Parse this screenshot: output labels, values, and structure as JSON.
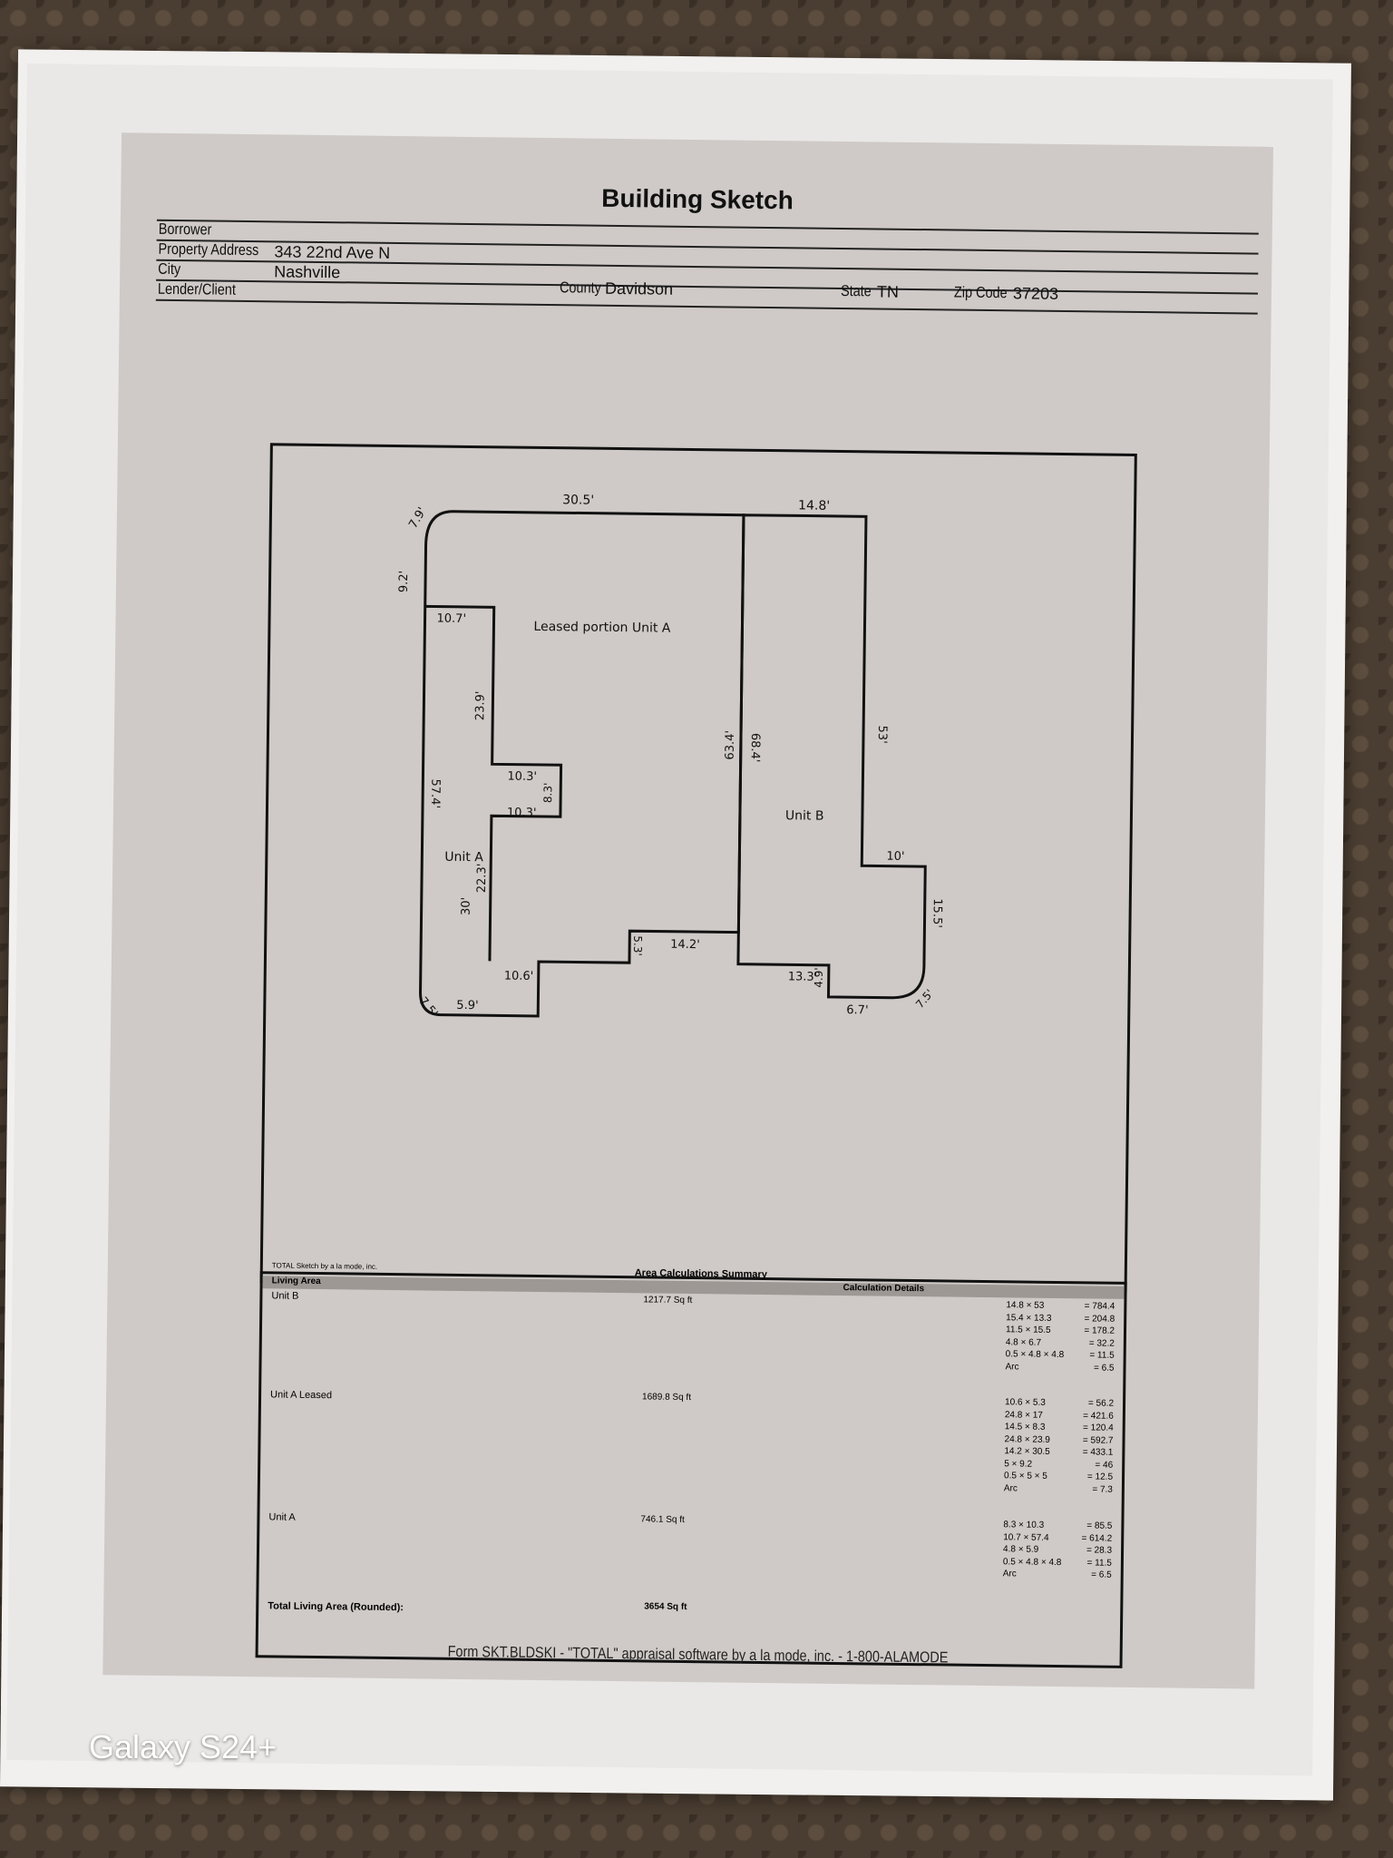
{
  "document": {
    "title": "Building Sketch",
    "fields": {
      "borrower_label": "Borrower",
      "property_label": "Property Address",
      "property_value": "343 22nd Ave N",
      "city_label": "City",
      "city_value": "Nashville",
      "county_label": "County",
      "county_value": "Davidson",
      "state_label": "State",
      "state_value": "TN",
      "zip_label": "Zip Code",
      "zip_value": "37203",
      "lender_label": "Lender/Client"
    }
  },
  "sketch": {
    "labels": {
      "leased": "Leased portion Unit A",
      "unit_a": "Unit A",
      "unit_b": "Unit B"
    },
    "dimensions": [
      "7.9'",
      "30.5'",
      "14.8'",
      "9.2'",
      "10.7'",
      "23.9'",
      "63.4'",
      "68.4'",
      "53'",
      "10.3'",
      "8.3'",
      "10.3'",
      "57.4'",
      "10'",
      "22.3'",
      "30'",
      "15.5'",
      "14.2'",
      "5.3'",
      "10.6'",
      "13.3'",
      "4.9'",
      "7.5'",
      "5.9'",
      "6.7'",
      "7.5'"
    ]
  },
  "summary": {
    "credit": "TOTAL Sketch by a la mode, inc.",
    "title": "Area Calculations Summary",
    "living_area_label": "Living Area",
    "calc_details_label": "Calculation Details",
    "rows": [
      {
        "name": "Unit B",
        "area": "1217.7 Sq ft",
        "calcs": [
          [
            "14.8 × 53",
            "= 784.4"
          ],
          [
            "15.4 × 13.3",
            "= 204.8"
          ],
          [
            "11.5 × 15.5",
            "= 178.2"
          ],
          [
            "4.8 × 6.7",
            "= 32.2"
          ],
          [
            "0.5 × 4.8 × 4.8",
            "= 11.5"
          ],
          [
            "Arc",
            "= 6.5"
          ]
        ]
      },
      {
        "name": "Unit A Leased",
        "area": "1689.8 Sq ft",
        "calcs": [
          [
            "10.6 × 5.3",
            "= 56.2"
          ],
          [
            "24.8 × 17",
            "= 421.6"
          ],
          [
            "14.5 × 8.3",
            "= 120.4"
          ],
          [
            "24.8 × 23.9",
            "= 592.7"
          ],
          [
            "14.2 × 30.5",
            "= 433.1"
          ],
          [
            "5 × 9.2",
            "= 46"
          ],
          [
            "0.5 × 5 × 5",
            "= 12.5"
          ],
          [
            "Arc",
            "= 7.3"
          ]
        ]
      },
      {
        "name": "Unit A",
        "area": "746.1 Sq ft",
        "calcs": [
          [
            "8.3 × 10.3",
            "= 85.5"
          ],
          [
            "10.7 × 57.4",
            "= 614.2"
          ],
          [
            "4.8 × 5.9",
            "= 28.3"
          ],
          [
            "0.5 × 4.8 × 4.8",
            "= 11.5"
          ],
          [
            "Arc",
            "= 6.5"
          ]
        ]
      }
    ],
    "total_label": "Total Living Area (Rounded):",
    "total_value": "3654 Sq ft"
  },
  "footer": "Form SKT.BLDSKI - \"TOTAL\" appraisal software by a la mode, inc. - 1-800-ALAMODE",
  "watermark": "Galaxy S24+"
}
